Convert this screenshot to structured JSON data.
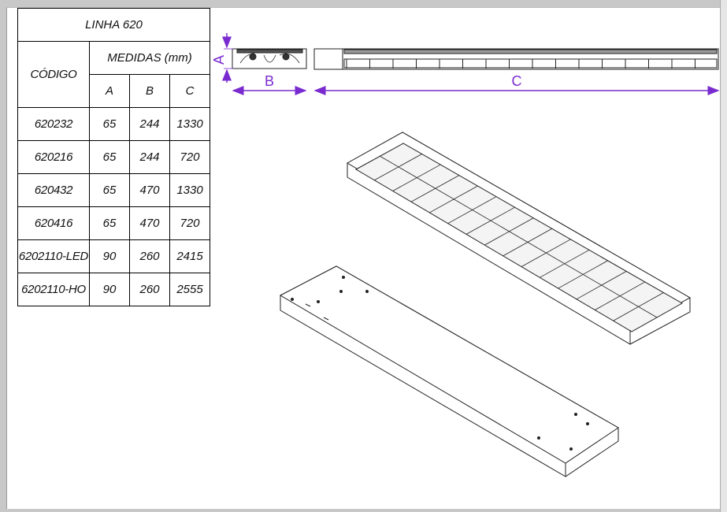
{
  "table": {
    "title": "LINHA 620",
    "code_header": "CÓDIGO",
    "measures_header": "MEDIDAS (mm)",
    "columns": [
      "A",
      "B",
      "C"
    ],
    "rows": [
      {
        "code": "620232",
        "a": "65",
        "b": "244",
        "c": "1330"
      },
      {
        "code": "620216",
        "a": "65",
        "b": "244",
        "c": "720"
      },
      {
        "code": "620432",
        "a": "65",
        "b": "470",
        "c": "1330"
      },
      {
        "code": "620416",
        "a": "65",
        "b": "470",
        "c": "720"
      },
      {
        "code": "6202110-LED",
        "a": "90",
        "b": "260",
        "c": "2415"
      },
      {
        "code": "6202110-HO",
        "a": "90",
        "b": "260",
        "c": "2555"
      }
    ]
  },
  "drawing": {
    "dim_a": "A",
    "dim_b": "B",
    "dim_c": "C",
    "dim_color": "#7a2bd0"
  }
}
